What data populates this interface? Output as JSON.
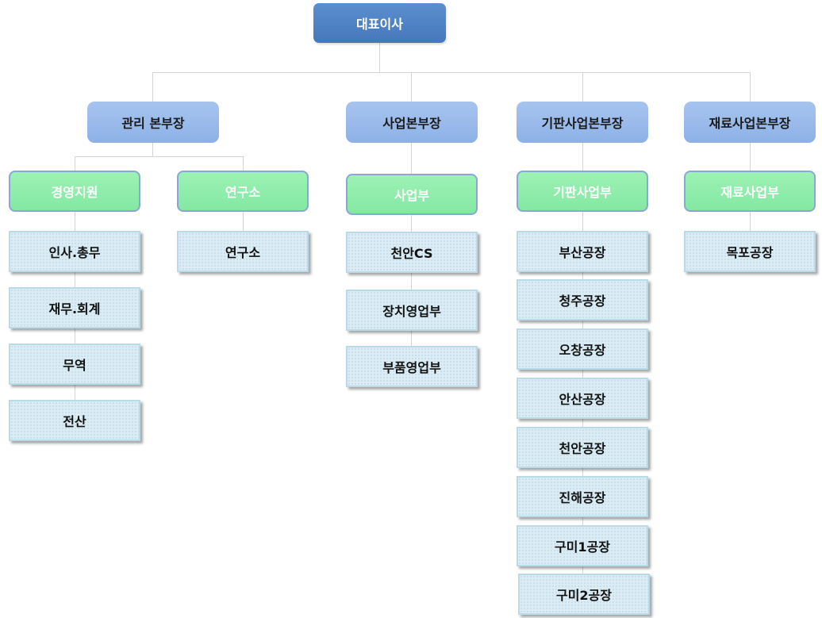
{
  "ceo": {
    "label": "대표이사"
  },
  "divisions": [
    {
      "label": "관리 본부장",
      "departments": [
        {
          "label": "경영지원",
          "teams": [
            "인사.총무",
            "재무.회계",
            "무역",
            "전산"
          ]
        },
        {
          "label": "연구소",
          "teams": [
            "연구소"
          ]
        }
      ]
    },
    {
      "label": "사업본부장",
      "departments": [
        {
          "label": "사업부",
          "teams": [
            "천안CS",
            "장치영업부",
            "부품영업부"
          ]
        }
      ]
    },
    {
      "label": "기판사업본부장",
      "departments": [
        {
          "label": "기판사업부",
          "teams": [
            "부산공장",
            "청주공장",
            "오창공장",
            "안산공장",
            "천안공장",
            "진해공장",
            "구미1공장",
            "구미2공장"
          ]
        }
      ]
    },
    {
      "label": "재료사업본부장",
      "departments": [
        {
          "label": "재료사업부",
          "teams": [
            "목포공장"
          ]
        }
      ]
    }
  ],
  "colors": {
    "ceo": "#4f83c4",
    "division": "#9bbcec",
    "department": "#8df0ab",
    "team": "#dbecf4",
    "connector": "#d4d4d4"
  }
}
